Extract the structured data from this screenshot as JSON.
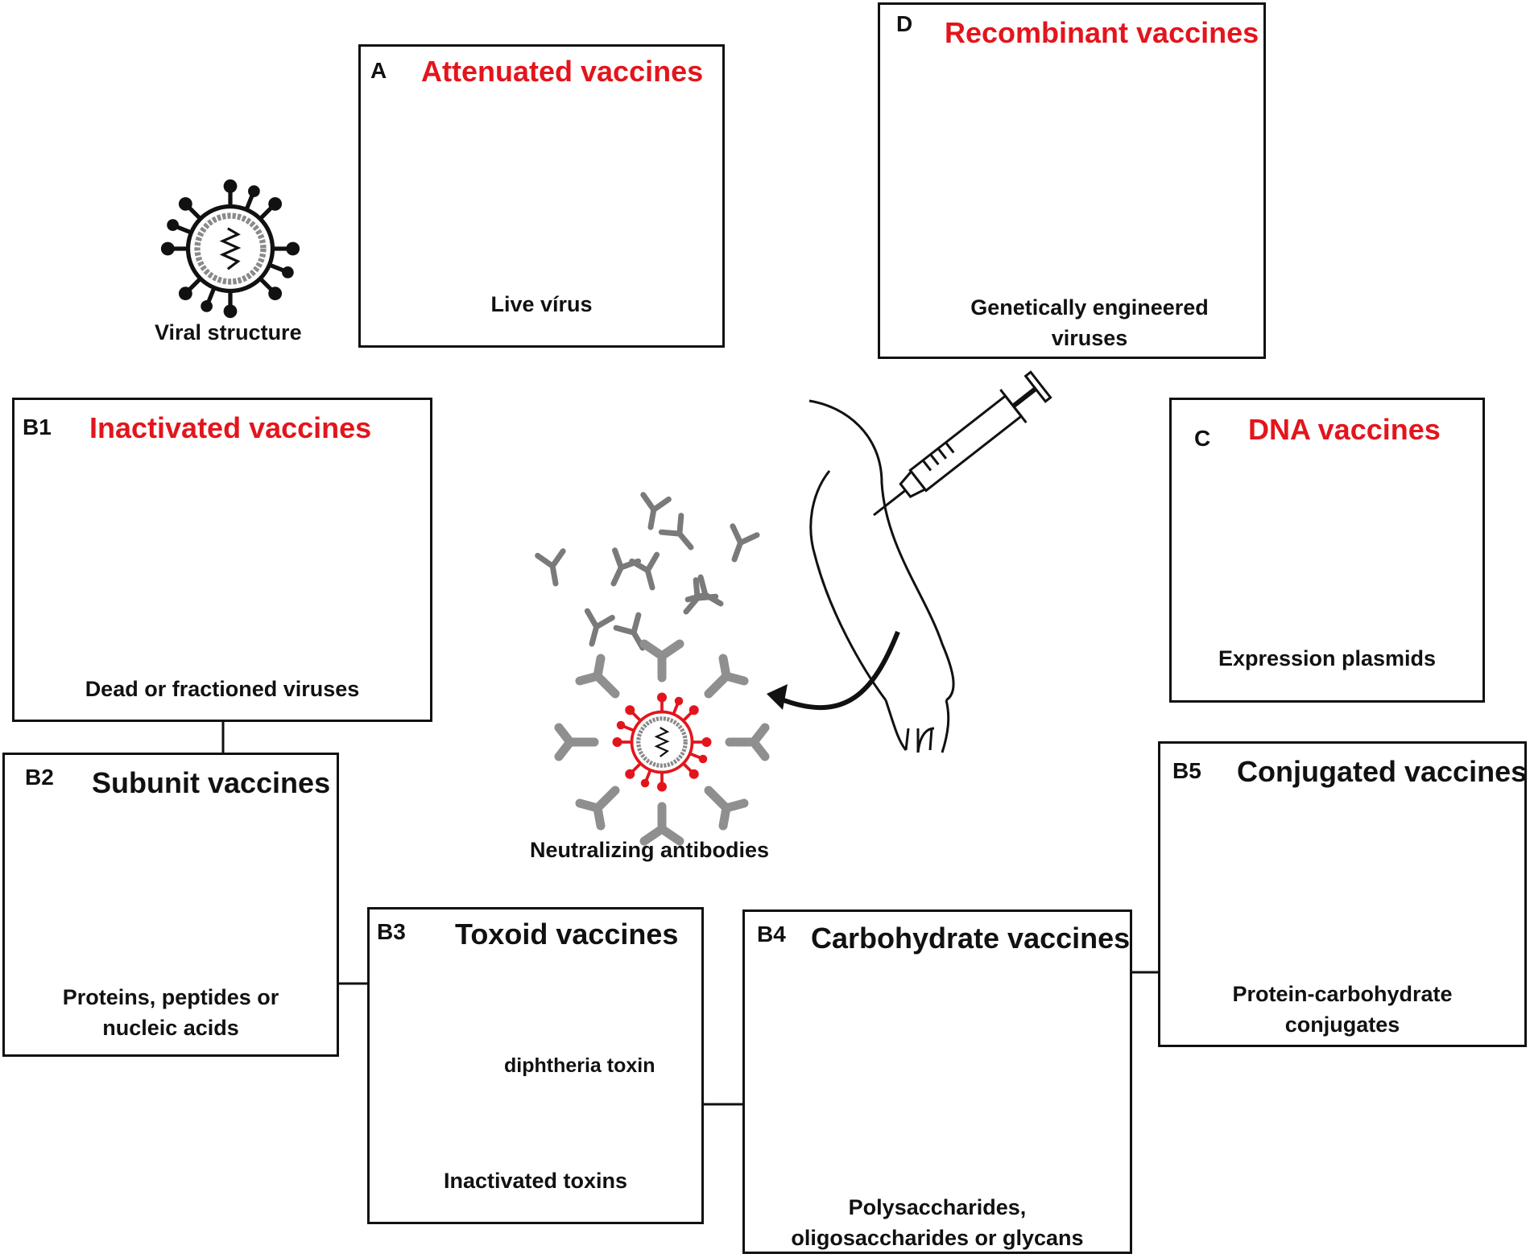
{
  "viral_structure_label": "Viral structure",
  "neutralizing_label": "Neutralizing antibodies",
  "panels": {
    "A": {
      "letter": "A",
      "title": "Attenuated vaccines",
      "caption": "Live vírus"
    },
    "D": {
      "letter": "D",
      "title": "Recombinant vaccines",
      "caption_line1": "Genetically engineered",
      "caption_line2": "viruses"
    },
    "B1": {
      "letter": "B1",
      "title": "Inactivated vaccines",
      "caption": "Dead or fractioned viruses"
    },
    "C": {
      "letter": "C",
      "title": "DNA vaccines",
      "caption": "Expression plasmids"
    },
    "B2": {
      "letter": "B2",
      "title": "Subunit vaccines",
      "caption_line1": "Proteins, peptides or",
      "caption_line2": "nucleic acids"
    },
    "B3": {
      "letter": "B3",
      "title": "Toxoid vaccines",
      "sublabel": "diphtheria toxin",
      "caption": "Inactivated toxins"
    },
    "B4": {
      "letter": "B4",
      "title": "Carbohydrate vaccines",
      "caption_line1": "Polysaccharides,",
      "caption_line2": "oligosaccharides or glycans"
    },
    "B5": {
      "letter": "B5",
      "title": "Conjugated vaccines",
      "caption_line1": "Protein-carbohydrate",
      "caption_line2": "conjugates"
    }
  },
  "colors": {
    "accent_red": "#e3151c",
    "outline": "#111111",
    "capsid_gray": "#8a8a8a"
  },
  "icons": [
    "virus-icon",
    "syringe-icon",
    "arm-icon",
    "antibody-icon",
    "plasmid-icon",
    "protein-icon",
    "glycan-chain-icon",
    "conjugate-icon",
    "arrow-icon"
  ]
}
